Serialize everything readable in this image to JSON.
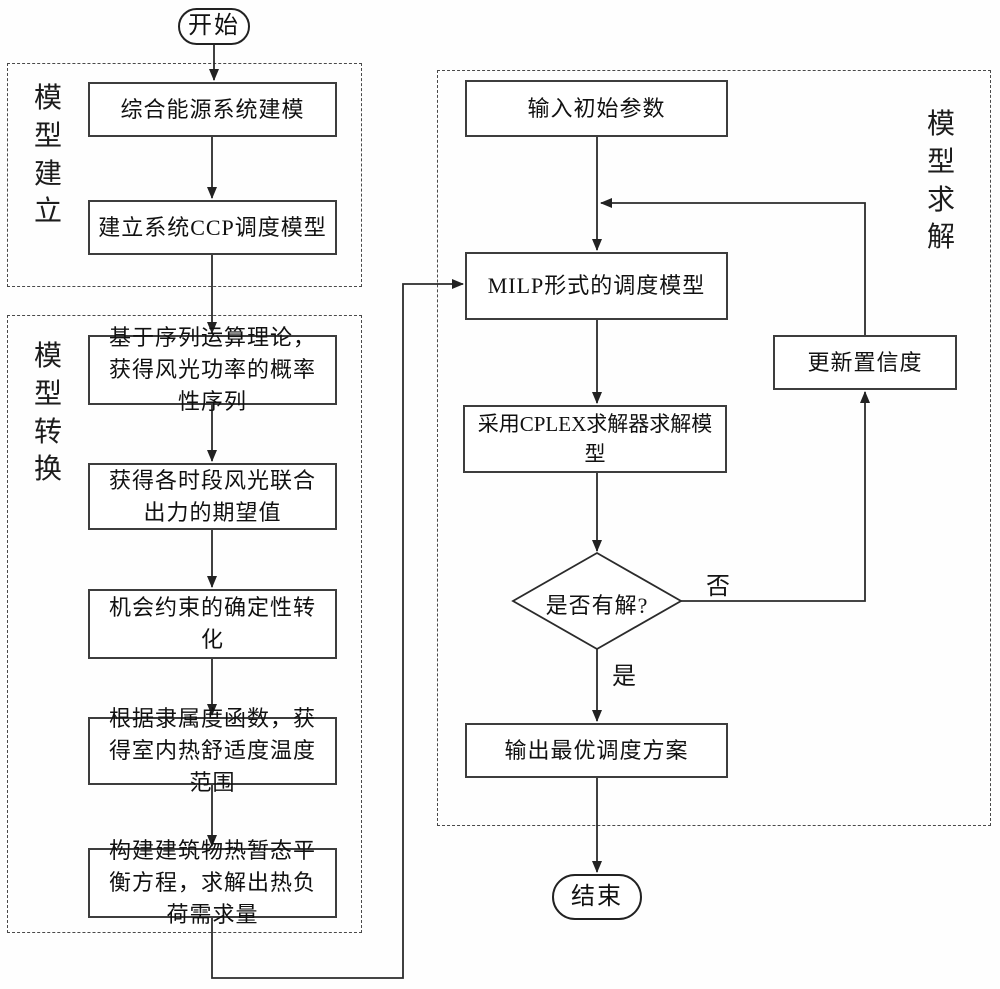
{
  "flowchart": {
    "start": "开始",
    "end": "结束",
    "group_building": {
      "label": "模型建立",
      "steps": [
        "综合能源系统建模",
        "建立系统CCP调度模型"
      ]
    },
    "group_transformation": {
      "label": "模型转换",
      "steps": [
        "基于序列运算理论，获得风光功率的概率性序列",
        "获得各时段风光联合出力的期望值",
        "机会约束的确定性转化",
        "根据隶属度函数，获得室内热舒适度温度范围",
        "构建建筑物热暂态平衡方程，求解出热负荷需求量"
      ]
    },
    "group_solving": {
      "label": "模型求解",
      "input_step": "输入初始参数",
      "milp_step": "MILP形式的调度模型",
      "update_step": "更新置信度",
      "cplex_step": "采用CPLEX求解器求解模型",
      "decision": "是否有解?",
      "decision_no": "否",
      "decision_yes": "是",
      "output_step": "输出最优调度方案"
    },
    "colors": {
      "line": "#2b2b2b",
      "box_border": "#3d3d3d",
      "background": "#fefefe"
    }
  }
}
